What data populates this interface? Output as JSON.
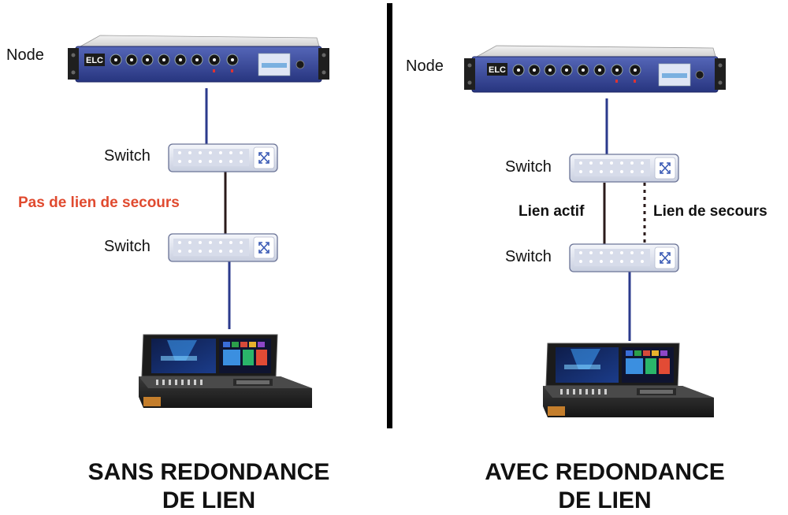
{
  "left": {
    "node_label": "Node",
    "switch1_label": "Switch",
    "switch2_label": "Switch",
    "warning": "Pas de lien de secours",
    "caption_line1": "SANS REDONDANCE",
    "caption_line2": "DE LIEN"
  },
  "right": {
    "node_label": "Node",
    "switch1_label": "Switch",
    "switch2_label": "Switch",
    "active_link": "Lien actif",
    "backup_link": "Lien de secours",
    "caption_line1": "AVEC REDONDANCE",
    "caption_line2": "DE LIEN"
  },
  "device": {
    "brand_text": "ELC"
  },
  "colors": {
    "network_cable": "#2b3a8c",
    "inter_switch_link": "#2a1a1a",
    "warning_text": "#e04a2f",
    "device_blue": "#2f3f93",
    "divider": "#000000"
  }
}
